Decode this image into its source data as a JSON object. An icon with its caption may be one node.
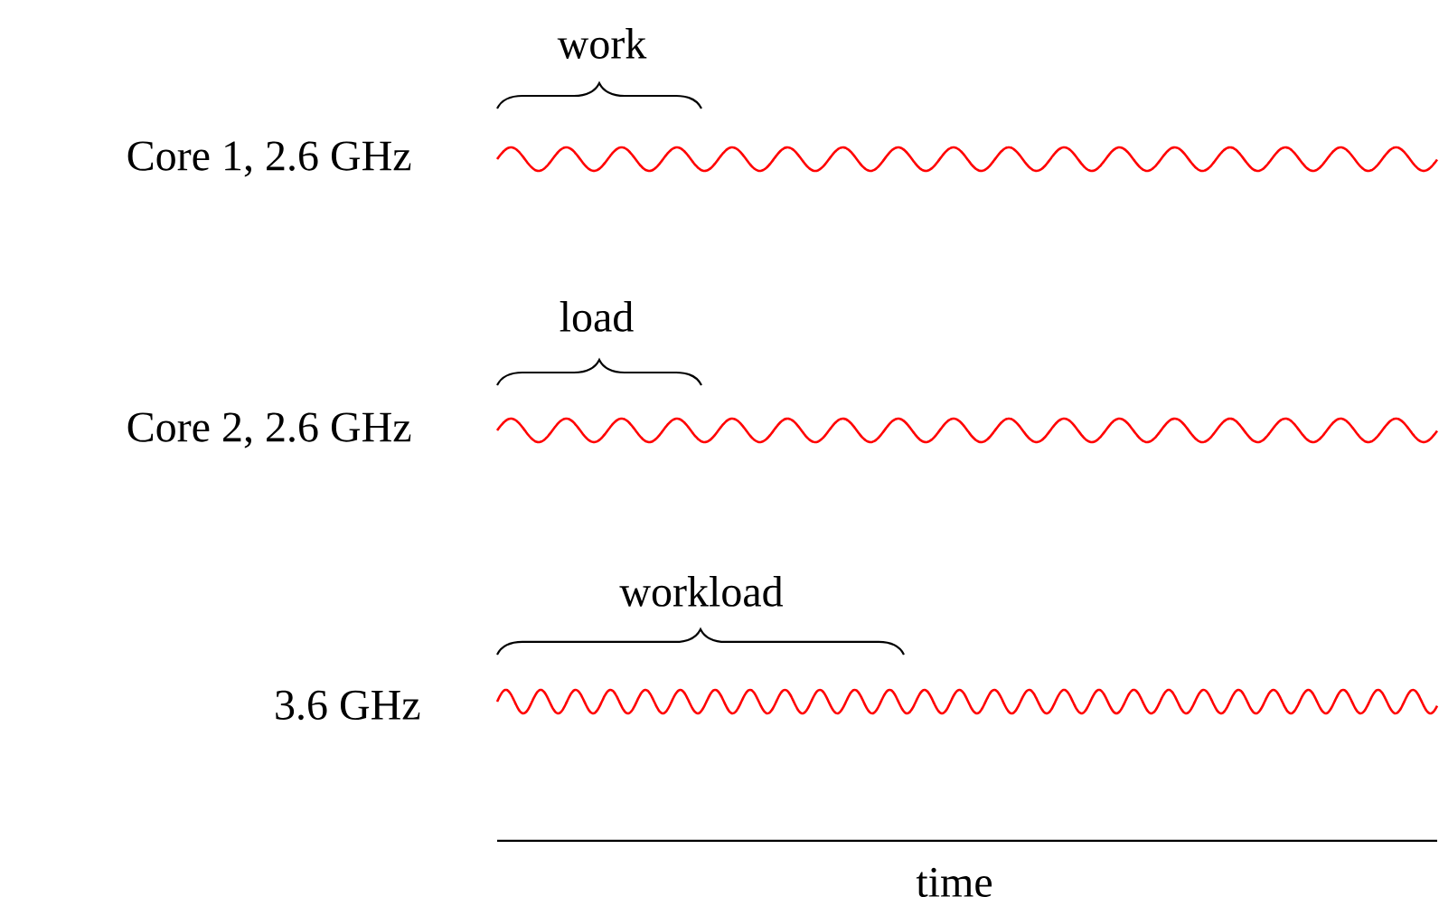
{
  "diagram": {
    "labels": [
      "work",
      "Core 1, 2.6 GHz",
      "load",
      "Core 2, 2.6 GHz",
      "workload",
      "3.6 GHz",
      "time"
    ]
  }
}
